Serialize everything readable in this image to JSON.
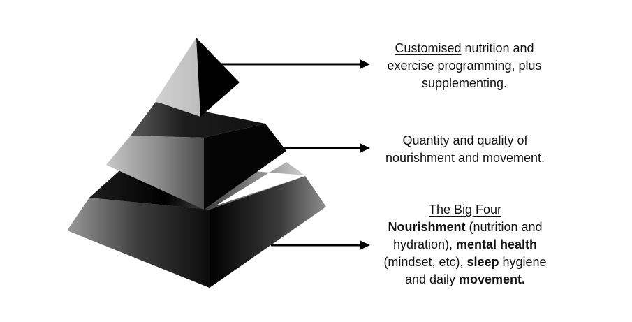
{
  "pyramid": {
    "tiers": [
      {
        "name": "top",
        "lines": [
          [
            {
              "text": "Customised",
              "style": "underline"
            },
            {
              "text": " nutrition and",
              "style": "normal"
            }
          ],
          [
            {
              "text": "exercise programming, plus",
              "style": "normal"
            }
          ],
          [
            {
              "text": "supplementing.",
              "style": "normal"
            }
          ]
        ]
      },
      {
        "name": "middle",
        "lines": [
          [
            {
              "text": "Quantity and quality",
              "style": "underline"
            },
            {
              "text": " of",
              "style": "normal"
            }
          ],
          [
            {
              "text": "nourishment and movement.",
              "style": "normal"
            }
          ]
        ]
      },
      {
        "name": "bottom",
        "lines": [
          [
            {
              "text": "The Big Four",
              "style": "underline"
            }
          ],
          [
            {
              "text": "Nourishment",
              "style": "bold"
            },
            {
              "text": " (nutrition and",
              "style": "normal"
            }
          ],
          [
            {
              "text": "hydration), ",
              "style": "normal"
            },
            {
              "text": "mental health",
              "style": "bold"
            }
          ],
          [
            {
              "text": "(mindset, etc), ",
              "style": "normal"
            },
            {
              "text": "sleep",
              "style": "bold"
            },
            {
              "text": " hygiene",
              "style": "normal"
            }
          ],
          [
            {
              "text": "and daily ",
              "style": "normal"
            },
            {
              "text": "movement.",
              "style": "bold"
            }
          ]
        ]
      }
    ]
  },
  "colors": {
    "arrow": "#000000",
    "text": "#111111",
    "background": "#ffffff"
  }
}
